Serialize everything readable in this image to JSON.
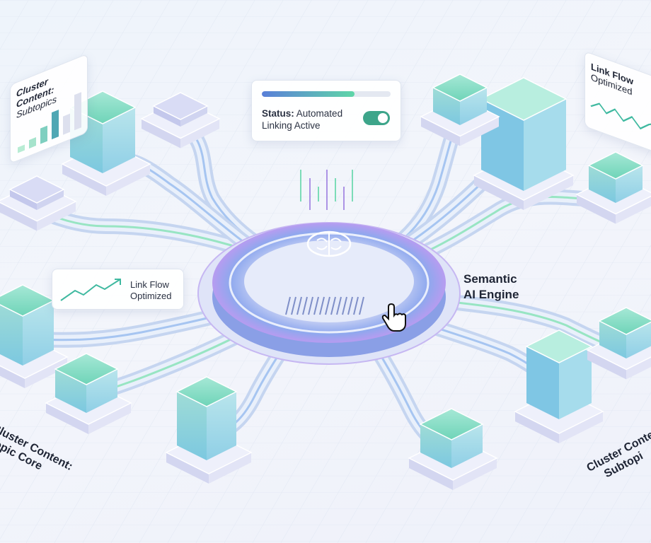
{
  "status_card": {
    "label": "Status:",
    "value_line1": "Automated",
    "value_line2": "Linking Active",
    "progress_percent": 72,
    "toggle_on": true
  },
  "link_flow_card": {
    "line1": "Link Flow",
    "line2": "Optimized"
  },
  "engine_label": {
    "line1": "Semantic",
    "line2": "AI Engine"
  },
  "top_left_card": {
    "line1": "Cluster Content:",
    "line2": "Subtopics"
  },
  "top_right_card": {
    "line1": "Link Flow",
    "line2": "Optimized"
  },
  "bottom_left_label": {
    "line1": "Cluster Content:",
    "line2": "Topic Core"
  },
  "bottom_right_label": {
    "line1": "Cluster Conte",
    "line2": "Subtopi"
  },
  "colors": {
    "accent_green": "#5fd6a8",
    "accent_blue": "#5a7fd8",
    "accent_purple": "#9b7be0",
    "pipe": "#a9c6ec",
    "background": "#eef4fb"
  },
  "icons": {
    "center": "brain-chip-icon",
    "cursor": "hand-pointer-icon"
  }
}
